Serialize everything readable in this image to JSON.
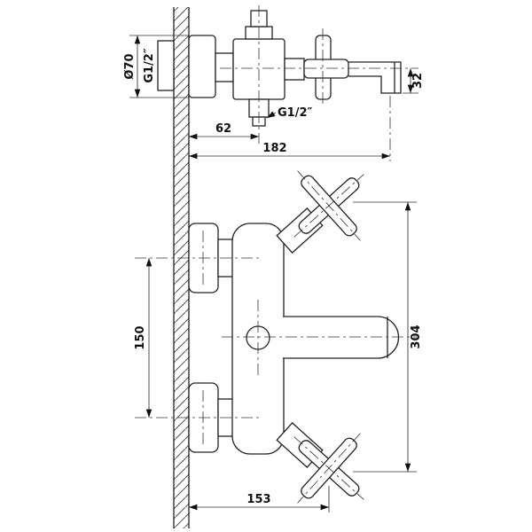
{
  "drawing": {
    "background_color": "#ffffff",
    "line_color": "#222222",
    "dims": {
      "diameter_70": "Ø70",
      "inlet_thread": "G1/2″",
      "outlet_thread": "G1/2″",
      "wall_to_outlet": "62",
      "wall_to_spout": "182",
      "spout_drop": "32",
      "mount_spacing": "150",
      "overall_height": "304",
      "wall_to_handle": "153"
    }
  }
}
